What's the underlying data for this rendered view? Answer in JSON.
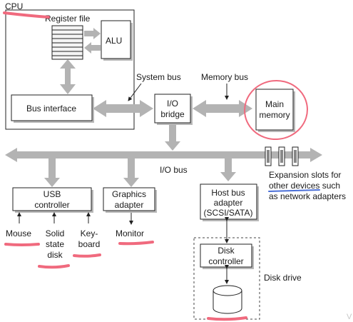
{
  "labels": {
    "cpu": "CPU",
    "register_file": "Register file",
    "alu": "ALU",
    "system_bus": "System bus",
    "memory_bus": "Memory bus",
    "bus_interface": "Bus interface",
    "io_bridge": [
      "I/O",
      "bridge"
    ],
    "main_memory": [
      "Main",
      "memory"
    ],
    "io_bus": "I/O bus",
    "expansion": [
      "Expansion slots for",
      "other devices such",
      "as network adapters"
    ],
    "usb_controller": [
      "USB",
      "controller"
    ],
    "graphics_adapter": [
      "Graphics",
      "adapter"
    ],
    "host_bus_adapter": [
      "Host bus",
      "adapter",
      "(SCSI/SATA)"
    ],
    "mouse": "Mouse",
    "solid_state_disk": [
      "Solid",
      "state",
      "disk"
    ],
    "keyboard": [
      "Key-",
      "board"
    ],
    "monitor": "Monitor",
    "disk_controller": [
      "Disk",
      "controller"
    ],
    "disk_drive": "Disk drive",
    "corner_mark": "V"
  },
  "colors": {
    "annotation_pink": "#f06a7e",
    "annotation_blue": "#4a6fd8",
    "bus_gray": "#b3b3b3"
  }
}
